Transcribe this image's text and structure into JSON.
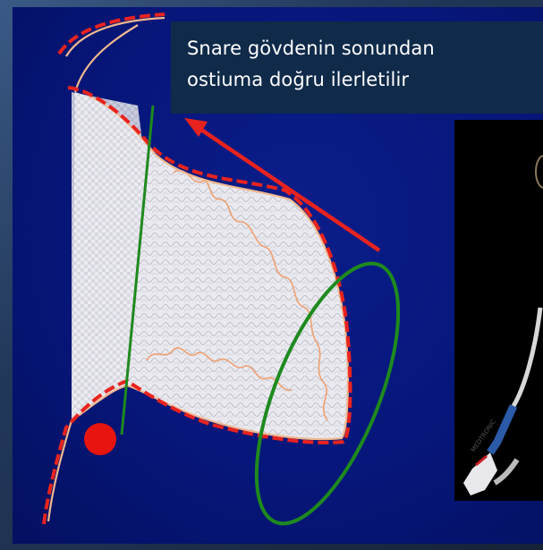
{
  "caption": {
    "line1": "Snare gövdenin sonundan",
    "line2": "ostiuma doğru ilerletilir"
  },
  "photo": {
    "device_label": "MEDTRONIC"
  },
  "colors": {
    "background": "#06167a",
    "caption_box": "#102a4a",
    "outline_dashed": "#e8231f",
    "outline_solid": "#f0b890",
    "arrow": "#e8231f",
    "snare_ellipse": "#1e8a1e",
    "green_line": "#1e8a1e",
    "marker_dot": "#e8140e",
    "mesh_fill": "#e8e8ee"
  }
}
